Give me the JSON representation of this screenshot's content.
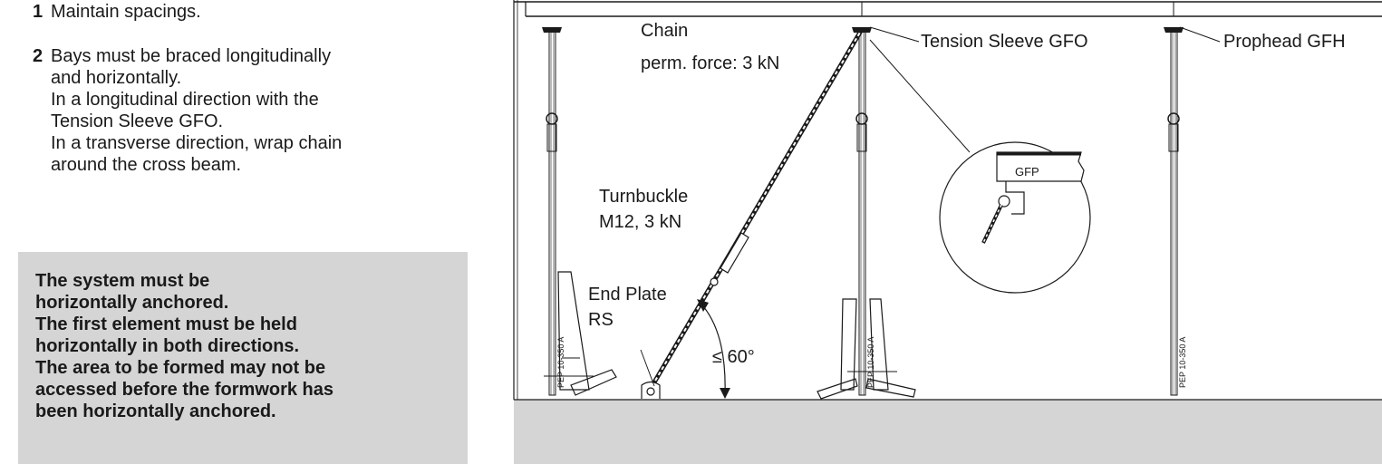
{
  "instructions": {
    "step1": {
      "number": "1",
      "lines": [
        "Maintain spacings."
      ]
    },
    "step2": {
      "number": "2",
      "lines": [
        "Bays must be braced longitudinally",
        "and horizontally.",
        "In a longitudinal direction with the",
        "Tension Sleeve GFO.",
        "In a transverse direction, wrap chain",
        "around the cross beam."
      ]
    }
  },
  "warning": {
    "lines": [
      "The system must be",
      "horizontally anchored.",
      "The first element must be held",
      "horizontally in both directions.",
      "The area to be formed may not be",
      "accessed before the formwork has",
      "been horizontally anchored."
    ]
  },
  "figure": {
    "labels": {
      "chain": "Chain",
      "chain_force": "perm. force: 3 kN",
      "tension_sleeve": "Tension Sleeve GFO",
      "prophead": "Prophead GFH",
      "turnbuckle": "Turnbuckle",
      "turnbuckle_spec": "M12, 3 kN",
      "end_plate": "End Plate",
      "end_plate_sub": "RS",
      "angle": "≤ 60°",
      "detail_beam": "GFP",
      "prop_marking": "PEP 10-350 A"
    },
    "colors": {
      "floor": "#d5d5d5",
      "line": "#1a1a1a",
      "background": "#ffffff"
    }
  }
}
